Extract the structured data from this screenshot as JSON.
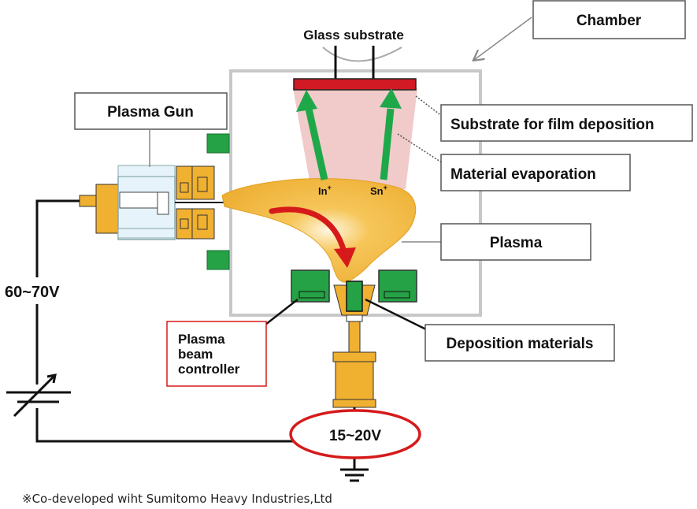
{
  "labels": {
    "chamber": "Chamber",
    "glass_substrate": "Glass substrate",
    "plasma_gun": "Plasma Gun",
    "substrate_for_film": "Substrate for film deposition",
    "material_evaporation": "Material evaporation",
    "plasma": "Plasma",
    "deposition_materials": "Deposition materials",
    "plasma_beam_controller_1": "Plasma",
    "plasma_beam_controller_2": "beam",
    "plasma_beam_controller_3": "controller",
    "voltage_left": "60~70V",
    "voltage_bottom": "15~20V",
    "ion_in": "In",
    "ion_sn": "Sn",
    "ion_sup": "+"
  },
  "footnote": "※Co-developed wiht Sumitomo Heavy Industries,Ltd",
  "colors": {
    "plasma_orange": "#f0b030",
    "substrate_red": "#d11a24",
    "arrow_green": "#1fa84a",
    "controller_green": "#25a245",
    "evaporation_pink": "#efc4c4",
    "highlight_red": "#d61a1a",
    "chamber_gray": "#c8c8c8"
  }
}
